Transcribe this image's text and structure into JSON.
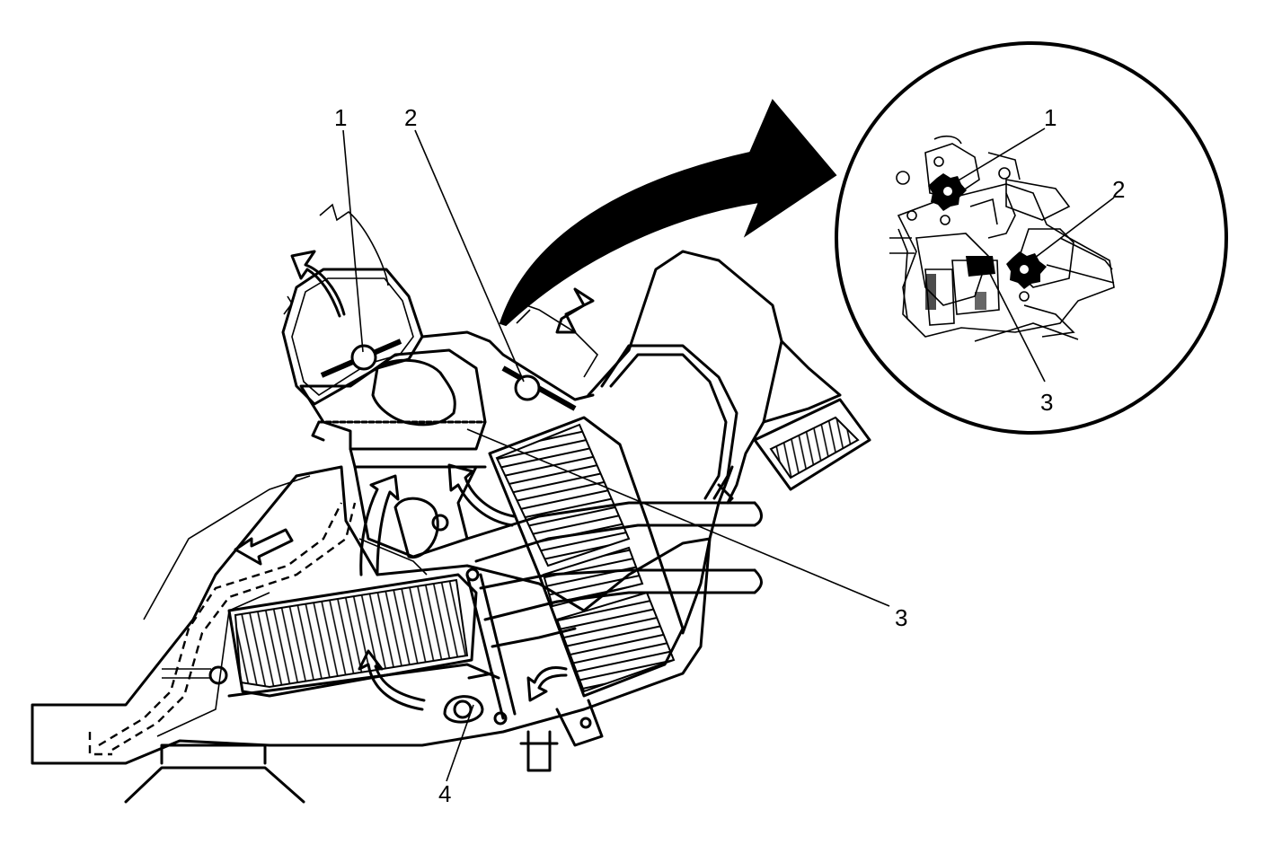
{
  "main_callouts": [
    {
      "id": "1",
      "label": "1"
    },
    {
      "id": "2",
      "label": "2"
    },
    {
      "id": "3",
      "label": "3"
    },
    {
      "id": "4",
      "label": "4"
    }
  ],
  "inset_callouts": [
    {
      "id": "1",
      "label": "1"
    },
    {
      "id": "2",
      "label": "2"
    },
    {
      "id": "3",
      "label": "3"
    }
  ],
  "colors": {
    "ink": "#000000",
    "paper": "#ffffff"
  }
}
